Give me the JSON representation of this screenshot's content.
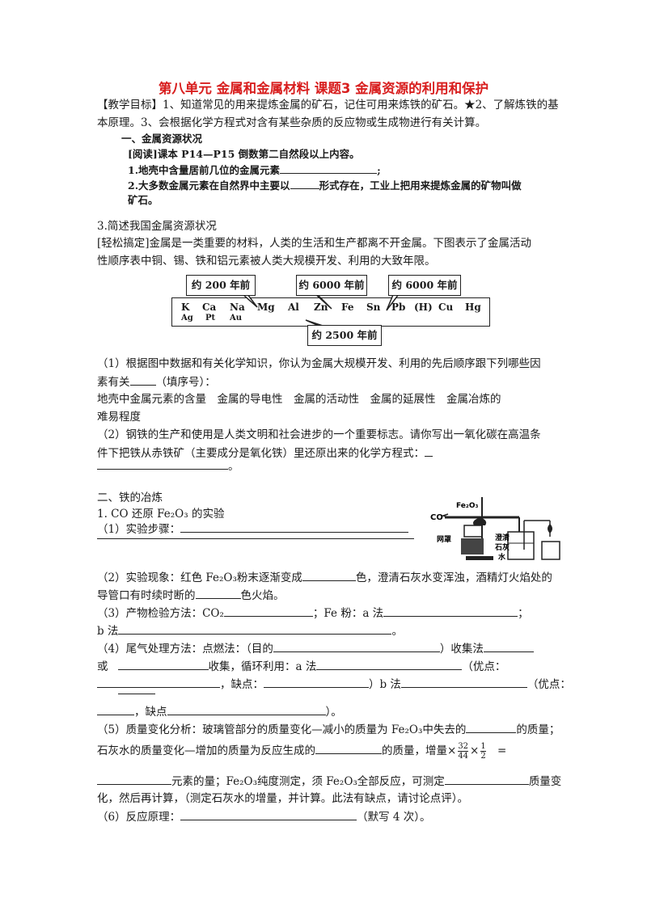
{
  "title": "第八单元 金属和金属材料 课题3 金属资源的利用和保护",
  "objectives": {
    "line1": "【教学目标】1、知道常见的用来提炼金属的矿石，记住可用来炼铁的矿石。★2、了解炼铁的基",
    "line2": "本原理。3、会根据化学方程式对含有某些杂质的反应物或生成物进行有关计算。"
  },
  "section1": {
    "heading": "一、金属资源状况",
    "reading": "[阅读]课本 P14—P15 倒数第二自然段以上内容。",
    "q1": "1.地壳中含量居前几位的金属元素",
    "q2_a": "2.大多数金属元素在自然界中主要以",
    "q2_b": "形式存在，工业上把用来提炼金属的矿物叫做",
    "q2_c": "矿石。",
    "q3": "3.简述我国金属资源状况",
    "easy1": "[轻松搞定]金属是一类重要的材料，人类的生活和生产都离不开金属。下图表示了金属活动",
    "easy2": "性顺序表中铜、锡、铁和铝元素被人类大规模开发、利用的大致年限。"
  },
  "diagram": {
    "callouts": [
      "约 200 年前",
      "约 6000 年前",
      "约 6000 年前",
      "约 2500 年前"
    ],
    "row1": [
      "K",
      "Ca",
      "Na",
      "Mg",
      "Al",
      "Zn",
      "Fe",
      "Sn",
      "Pb",
      "(H)",
      "Cu",
      "Hg"
    ],
    "row2": [
      "Ag",
      "Pt",
      "Au"
    ]
  },
  "questions": {
    "q1_a": "（1）根据图中数据和有关化学知识，你认为金属大规模开发、利用的先后顺序跟下列哪些因",
    "q1_b": "素有关",
    "q1_c": "（填序号）：",
    "q1_options": "地壳中金属元素的含量　金属的导电性　金属的活动性　金属的延展性　金属冶炼的",
    "q1_options2": "难易程度",
    "q2_a": "（2）钢铁的生产和使用是人类文明和社会进步的一个重要标志。请你写出一氧化碳在高温条",
    "q2_b": "件下把铁从赤铁矿（主要成分是氧化铁）里还原出来的化学方程式：",
    "q2_end": "。"
  },
  "section2": {
    "heading": "二、铁的冶炼",
    "exp_title": "1. CO 还原 Fe₂O₃ 的实验",
    "step1": "（1）实验步骤：",
    "apparatus_labels": [
      "CO",
      "Fe₂O₃",
      "网罩",
      "澄清",
      "石灰",
      "水"
    ],
    "p2_a": "（2）实验现象：红色 Fe₂O₃粉末逐渐变成",
    "p2_b": "色，澄清石灰水变浑浊，酒精灯火焰处的",
    "p2_c": "导管口有时续时断的",
    "p2_d": "色火焰。",
    "p3_a": "（3）产物检验方法：CO₂",
    "p3_b": "；Fe 粉：a 法",
    "p3_c": "；",
    "p3_d": "b 法",
    "p3_e": "。",
    "p4_a": "（4）尾气处理方法：点燃法：（目的",
    "p4_b": "）收集法",
    "p4_c": "或",
    "p4_d": "收集，循环利用：a 法",
    "p4_e": "（优点：",
    "p4_f": "，缺点：",
    "p4_g": "）b 法",
    "p4_h": "（优点：",
    "p4_i": "，缺点",
    "p4_j": "）。",
    "p5_a": "（5）质量变化分析：玻璃管部分的质量变化—减小的质量为 Fe₂O₃中失去的",
    "p5_b": "的质量；",
    "p5_c": "石灰水的质量变化—增加的质量为反应生成的",
    "p5_d": "的质量，增量×",
    "p5_frac1_num": "32",
    "p5_frac1_den": "44",
    "p5_times": "×",
    "p5_frac2_num": "1",
    "p5_frac2_den": "2",
    "p5_eq": "=",
    "p5_e": "元素的量；Fe₂O₃纯度测定，须 Fe₂O₃全部反应，可测定",
    "p5_f": "质量变",
    "p5_g": "化，然后再计算，（测定石灰水的增量，并计算。此法有缺点，请讨论点评）。",
    "p6_a": "（6）反应原理：",
    "p6_b": "（默写 4 次）。"
  }
}
